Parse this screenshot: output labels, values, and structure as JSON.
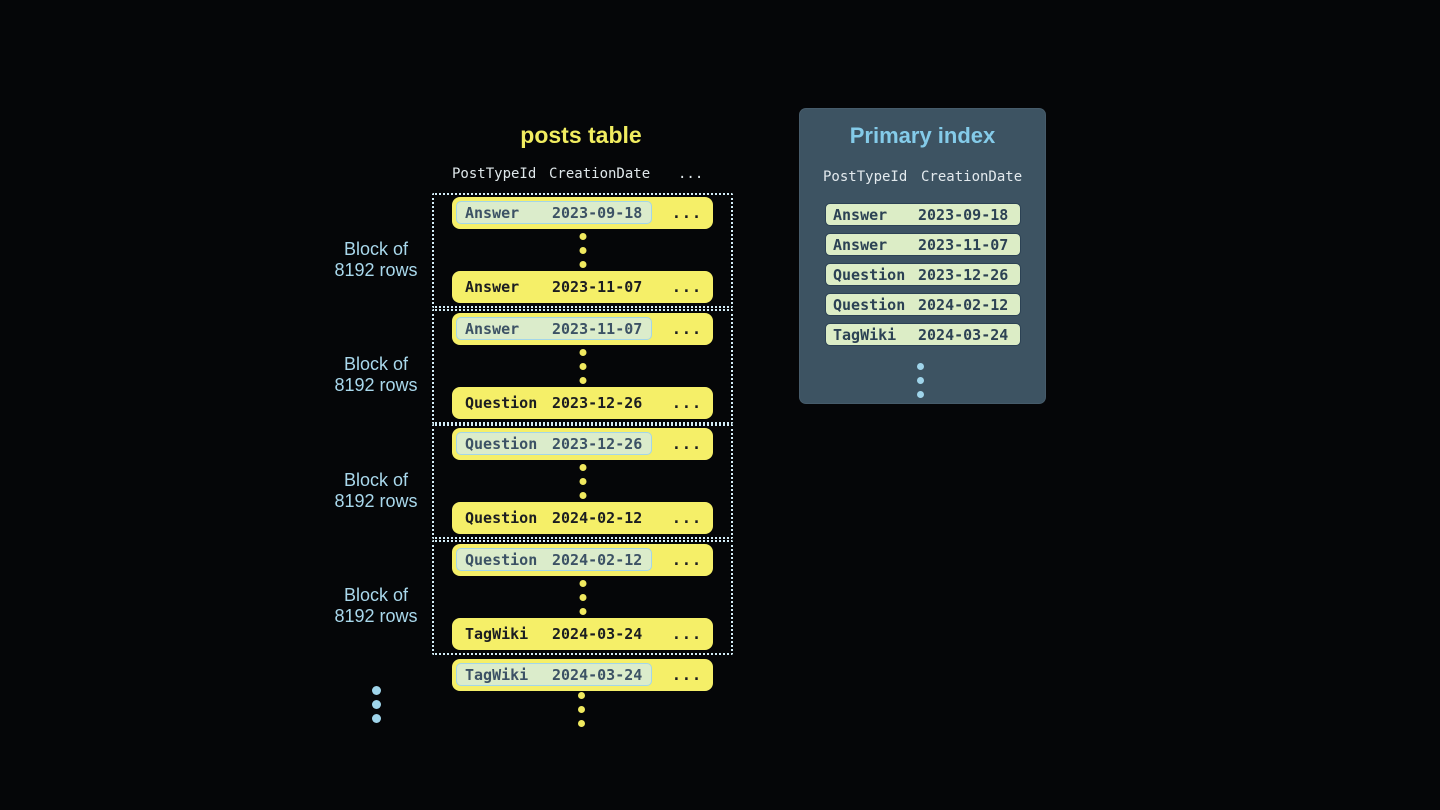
{
  "posts_table": {
    "title": "posts table",
    "columns": [
      "PostTypeId",
      "CreationDate",
      "..."
    ],
    "blocks": [
      {
        "label_line1": "Block of",
        "label_line2": "8192 rows",
        "first_row": {
          "type": "Answer",
          "date": "2023-09-18",
          "more": "..."
        },
        "last_row": {
          "type": "Answer",
          "date": "2023-11-07",
          "more": "..."
        }
      },
      {
        "label_line1": "Block of",
        "label_line2": "8192 rows",
        "first_row": {
          "type": "Answer",
          "date": "2023-11-07",
          "more": "..."
        },
        "last_row": {
          "type": "Question",
          "date": "2023-12-26",
          "more": "..."
        }
      },
      {
        "label_line1": "Block of",
        "label_line2": "8192 rows",
        "first_row": {
          "type": "Question",
          "date": "2023-12-26",
          "more": "..."
        },
        "last_row": {
          "type": "Question",
          "date": "2024-02-12",
          "more": "..."
        }
      },
      {
        "label_line1": "Block of",
        "label_line2": "8192 rows",
        "first_row": {
          "type": "Question",
          "date": "2024-02-12",
          "more": "..."
        },
        "last_row": {
          "type": "TagWiki",
          "date": "2024-03-24",
          "more": "..."
        }
      }
    ],
    "overflow_row": {
      "type": "TagWiki",
      "date": "2024-03-24",
      "more": "..."
    }
  },
  "primary_index": {
    "title": "Primary index",
    "columns": [
      "PostTypeId",
      "CreationDate"
    ],
    "rows": [
      {
        "type": "Answer",
        "date": "2023-09-18"
      },
      {
        "type": "Answer",
        "date": "2023-11-07"
      },
      {
        "type": "Question",
        "date": "2023-12-26"
      },
      {
        "type": "Question",
        "date": "2024-02-12"
      },
      {
        "type": "TagWiki",
        "date": "2024-03-24"
      }
    ]
  },
  "colors": {
    "background": "#050608",
    "row_yellow": "#f5ef68",
    "title_yellow": "#f1ed60",
    "highlight_green": "#dbeccb",
    "highlight_border_blue": "#a3d6e9",
    "dotted_border": "#d3ecf6",
    "label_blue": "#a9d8ec",
    "panel_background": "#3d5362",
    "panel_title_blue": "#84cbe9",
    "index_row_green": "#dcedc6",
    "index_row_border": "#2c4254",
    "dot_blue": "#9fd4ea",
    "dot_yellow": "#f0e95f"
  }
}
